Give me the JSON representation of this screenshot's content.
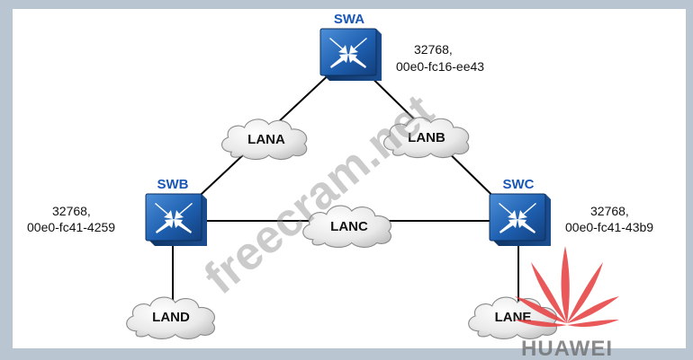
{
  "switches": [
    {
      "id": "swa",
      "name": "SWA",
      "priority": "32768,",
      "mac": "00e0-fc16-ee43"
    },
    {
      "id": "swb",
      "name": "SWB",
      "priority": "32768,",
      "mac": "00e0-fc41-4259"
    },
    {
      "id": "swc",
      "name": "SWC",
      "priority": "32768,",
      "mac": "00e0-fc41-43b9"
    }
  ],
  "lans": [
    "LANA",
    "LANB",
    "LANC",
    "LAND",
    "LANE"
  ],
  "watermark": "freecram.net",
  "brand": {
    "text": "HUAWEI",
    "color": "#e53c3c"
  },
  "colors": {
    "switch_fill": "#1e5fb0",
    "switch_label": "#1a56b5",
    "background": "#b9c6d1",
    "canvas": "#ffffff",
    "link": "#000000"
  }
}
